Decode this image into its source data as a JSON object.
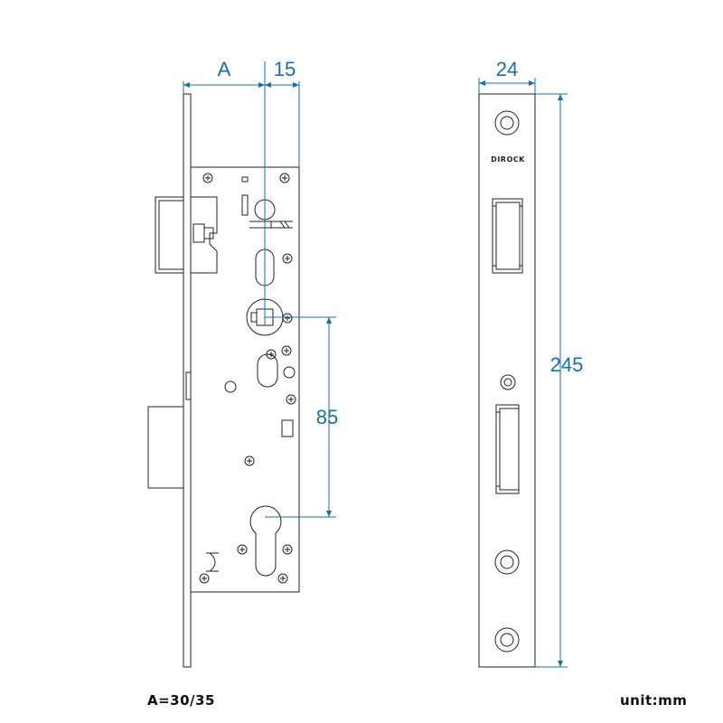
{
  "dimensions": {
    "a_label": "A",
    "backset_offset": "15",
    "faceplate_width": "24",
    "handle_to_cylinder": "85",
    "faceplate_height": "245"
  },
  "brand": "DIROCK",
  "notes": {
    "a_values": "A=30/35",
    "unit": "unit:mm"
  },
  "colors": {
    "dimension": "#1a6fa6",
    "line": "#222222"
  }
}
